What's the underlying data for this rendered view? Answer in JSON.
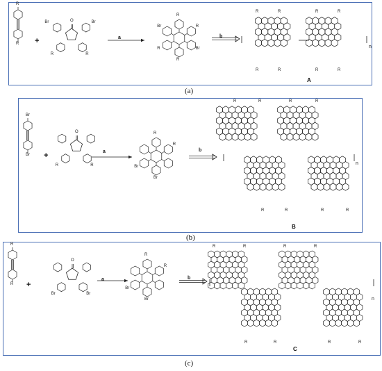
{
  "panels": [
    {
      "caption": "(a)",
      "product": "A",
      "step_a": "a",
      "step_b": "b",
      "plus": "+",
      "n": "n"
    },
    {
      "caption": "(b)",
      "product": "B",
      "step_a": "a",
      "step_b": "b",
      "plus": "+",
      "n": "n"
    },
    {
      "caption": "(c)",
      "product": "C",
      "step_a": "a",
      "step_b": "b",
      "plus": "+",
      "n": "n"
    }
  ],
  "labels": {
    "R": "R",
    "Br": "Br",
    "O": "O"
  },
  "colors": {
    "frame": "#4a6fb5",
    "ink": "#222222"
  }
}
